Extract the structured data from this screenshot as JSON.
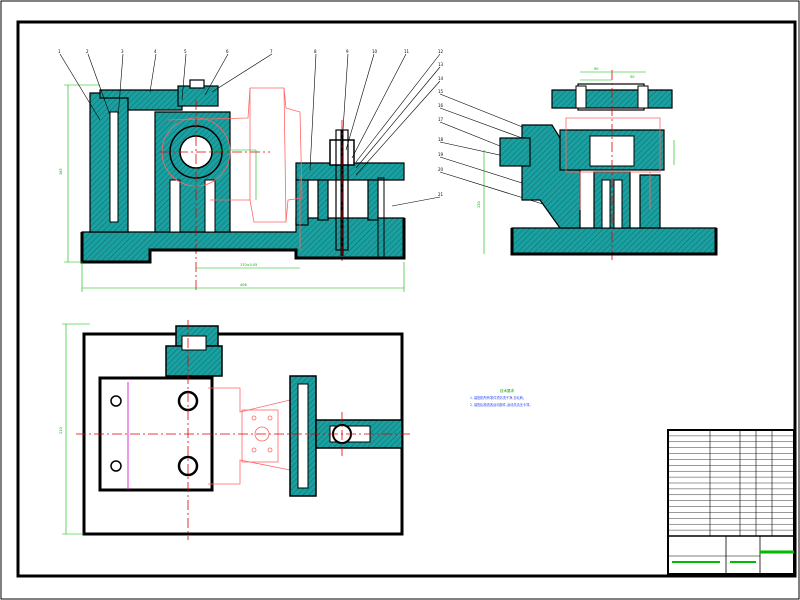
{
  "balloons": [
    "1",
    "2",
    "3",
    "4",
    "5",
    "6",
    "7",
    "8",
    "9",
    "10",
    "11",
    "12",
    "13",
    "14",
    "15",
    "16",
    "17",
    "18",
    "19",
    "20",
    "21"
  ],
  "dimensions": {
    "front_height": "185",
    "front_width": "406",
    "front_sub": "170±0.05",
    "side_height": "130",
    "side_top_a": "90",
    "side_top_b": "50",
    "plan_height": "210"
  },
  "tech_req": {
    "title": "技术要求",
    "lines": [
      "1. 装配前所有零件须清洗干净,去毛刺。",
      "2. 装配后检查各运动部件,运动灵活无卡滞。"
    ]
  },
  "title_block": {
    "rows": 18
  },
  "colors": {
    "hatch": "#1aa0a0",
    "outline": "#000000",
    "workpiece": "#ff6666",
    "centerline": "#e00000",
    "dimension": "#00bb00",
    "slot": "#d000d0"
  }
}
